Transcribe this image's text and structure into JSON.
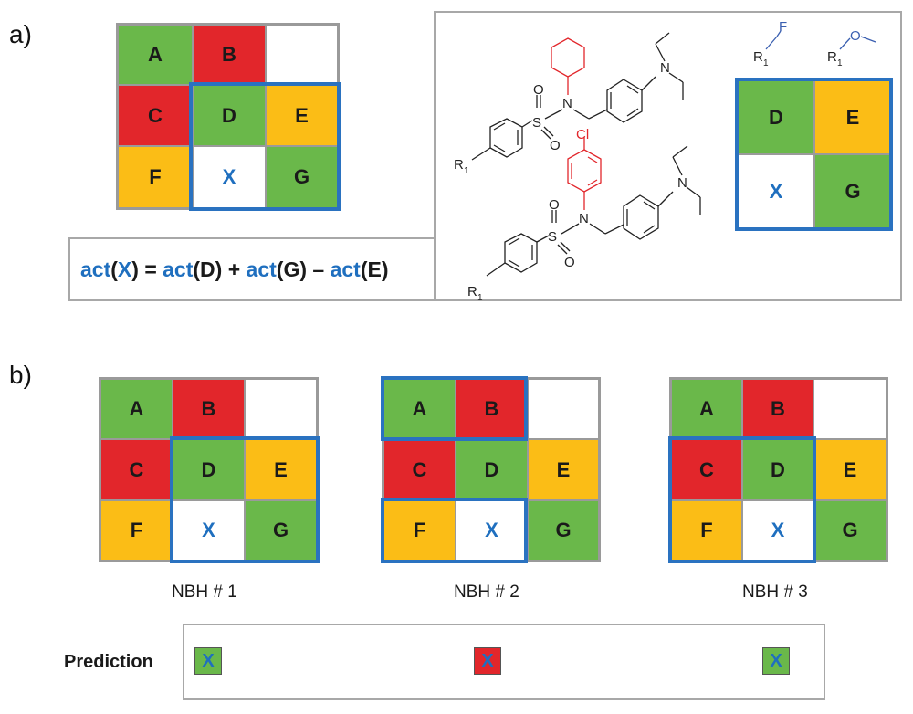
{
  "colors": {
    "green": "#6ab84a",
    "red": "#e2262b",
    "orange": "#fbbd16",
    "white": "#ffffff",
    "highlight_blue": "#2a72c0",
    "x_blue": "#1f6fbf",
    "chem_red": "#e2262b",
    "chem_blue": "#3a5fb0"
  },
  "panel_a": {
    "label": "a)",
    "grid_cells": [
      {
        "label": "A",
        "color": "green"
      },
      {
        "label": "B",
        "color": "red"
      },
      {
        "label": "",
        "color": "white"
      },
      {
        "label": "C",
        "color": "red"
      },
      {
        "label": "D",
        "color": "green"
      },
      {
        "label": "E",
        "color": "orange"
      },
      {
        "label": "F",
        "color": "orange"
      },
      {
        "label": "X",
        "color": "white"
      },
      {
        "label": "G",
        "color": "green"
      }
    ],
    "formula": {
      "act1": "act",
      "p1": "(",
      "x": "X",
      "p2": ") = ",
      "act2": "act",
      "d": "(D) + ",
      "act3": "act",
      "g": "(G) – ",
      "act4": "act",
      "e": "(E)"
    },
    "structure": {
      "r_label_1": "R",
      "r_label_2": "R",
      "sub": "1",
      "atom_n": "N",
      "atom_s": "S",
      "atom_o": "O",
      "atom_cl": "Cl",
      "atom_f": "F"
    },
    "mini_grid": [
      {
        "label": "D",
        "color": "green"
      },
      {
        "label": "E",
        "color": "orange"
      },
      {
        "label": "X",
        "color": "white"
      },
      {
        "label": "G",
        "color": "green"
      }
    ]
  },
  "panel_b": {
    "label": "b)",
    "neighborhoods": [
      {
        "caption": "NBH # 1"
      },
      {
        "caption": "NBH # 2"
      },
      {
        "caption": "NBH # 3"
      }
    ],
    "prediction_label": "Prediction",
    "predictions": [
      {
        "label": "X",
        "color": "green"
      },
      {
        "label": "X",
        "color": "red"
      },
      {
        "label": "X",
        "color": "green"
      }
    ]
  }
}
